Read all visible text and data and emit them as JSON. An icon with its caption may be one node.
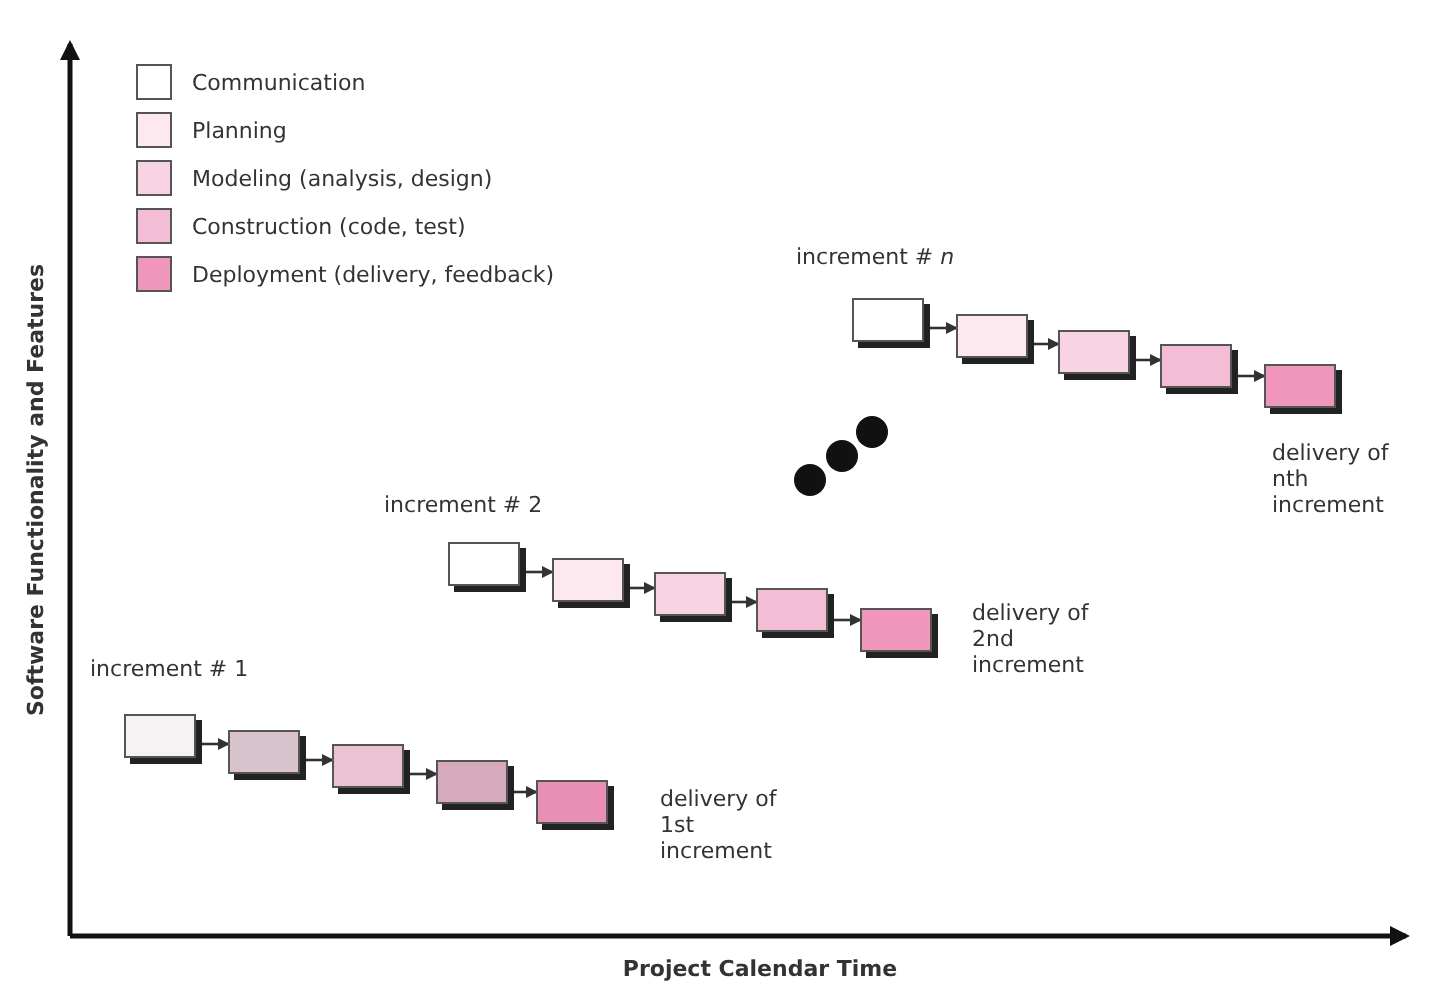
{
  "diagram": {
    "nodes": [
      {
        "text": [],
        "shape": "box",
        "beside": [
          "increment # 1"
        ]
      },
      {
        "text": [],
        "shape": "box"
      },
      {
        "text": [],
        "shape": "box"
      },
      {
        "text": [],
        "shape": "box"
      },
      {
        "text": [],
        "shape": "box",
        "beside": [
          "delivery of 1st increment"
        ]
      },
      {
        "text": [],
        "shape": "box",
        "beside": [
          "increment # 2"
        ]
      },
      {
        "text": [],
        "shape": "box"
      },
      {
        "text": [],
        "shape": "box"
      },
      {
        "text": [],
        "shape": "box"
      },
      {
        "text": [],
        "shape": "box",
        "beside": [
          "delivery of 2nd increment"
        ]
      },
      {
        "text": [],
        "shape": "box",
        "beside": [
          "increment # *n*"
        ]
      },
      {
        "text": [],
        "shape": "box"
      },
      {
        "text": [],
        "shape": "box"
      },
      {
        "text": [],
        "shape": "box"
      },
      {
        "text": [],
        "shape": "box",
        "beside": [
          "delivery of nth increment"
        ]
      }
    ],
    "edges": [
      {
        "from": 0,
        "to": 1,
        "arrow": "to"
      },
      {
        "from": 1,
        "to": 2,
        "arrow": "to"
      },
      {
        "from": 2,
        "to": 3,
        "arrow": "to"
      },
      {
        "from": 3,
        "to": 4,
        "arrow": "to"
      },
      {
        "from": 5,
        "to": 6,
        "arrow": "to"
      },
      {
        "from": 6,
        "to": 7,
        "arrow": "to"
      },
      {
        "from": 7,
        "to": 8,
        "arrow": "to"
      },
      {
        "from": 8,
        "to": 9,
        "arrow": "to"
      },
      {
        "from": 10,
        "to": 11,
        "arrow": "to"
      },
      {
        "from": 11,
        "to": 12,
        "arrow": "to"
      },
      {
        "from": 12,
        "to": 13,
        "arrow": "to"
      },
      {
        "from": 13,
        "to": 14,
        "arrow": "to"
      }
    ],
    "labels": [
      "Software Functionality and Features",
      "Project Calendar Time"
    ],
    "legend": [
      {
        "text": "Communication",
        "color": "#ffffff"
      },
      {
        "text": "Planning",
        "color": "#fde8f0"
      },
      {
        "text": "Modeling (analysis, design)",
        "color": "#f8d3e3"
      },
      {
        "text": "Construction (code, test)",
        "color": "#f4bdd6"
      },
      {
        "text": "Deployment (delivery, feedback)",
        "color": "#f096bd"
      }
    ]
  }
}
